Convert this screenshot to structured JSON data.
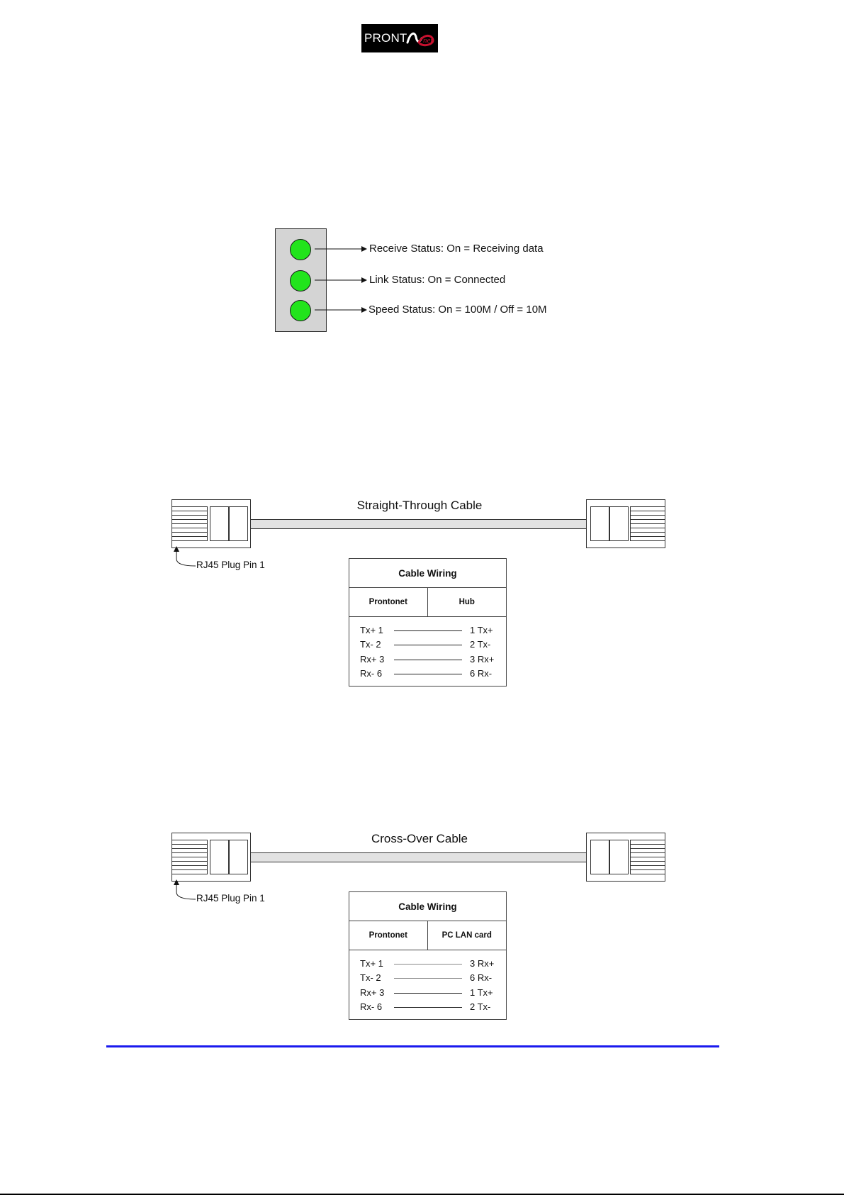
{
  "logo": {
    "text": "PRONT",
    "mark": "net"
  },
  "led_panel": {
    "leds": [
      {
        "label": "Receive Status: On = Receiving data"
      },
      {
        "label": "Link Status: On = Connected"
      },
      {
        "label": "Speed Status: On = 100M / Off = 10M"
      }
    ],
    "led_color": "#22e41c"
  },
  "straight_cable": {
    "title": "Straight-Through Cable",
    "pin_label": "RJ45 Plug Pin 1",
    "wiring": {
      "title": "Cable Wiring",
      "left_header": "Prontonet",
      "right_header": "Hub",
      "rows": [
        {
          "left": "Tx+ 1",
          "right": "1 Tx+"
        },
        {
          "left": "Tx-  2",
          "right": "2 Tx-"
        },
        {
          "left": "Rx+ 3",
          "right": "3 Rx+"
        },
        {
          "left": "Rx- 6",
          "right": "6 Rx-"
        }
      ]
    }
  },
  "crossover_cable": {
    "title": "Cross-Over Cable",
    "pin_label": "RJ45 Plug Pin 1",
    "wiring": {
      "title": "Cable Wiring",
      "left_header": "Prontonet",
      "right_header": "PC LAN card",
      "rows": [
        {
          "left": "Tx+ 1",
          "right": "3 Rx+"
        },
        {
          "left": "Tx-  2",
          "right": "6 Rx-"
        },
        {
          "left": "Rx+ 3",
          "right": "1 Tx+"
        },
        {
          "left": "Rx- 6",
          "right": "2 Tx-"
        }
      ]
    }
  },
  "footer_rule_color": "#1a1aee"
}
